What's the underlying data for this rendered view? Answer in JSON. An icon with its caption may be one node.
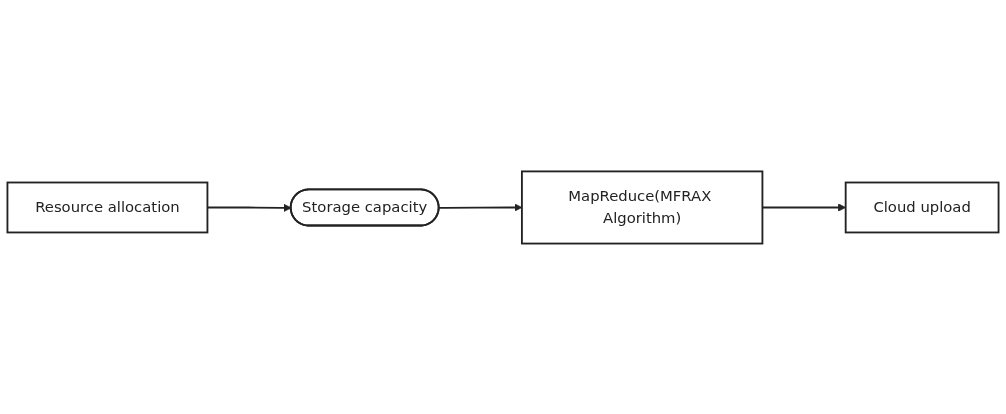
{
  "diagram": {
    "nodes": [
      {
        "text": [
          "Resource allocation"
        ]
      },
      {
        "text": [
          "Storage capacity"
        ]
      },
      {
        "text": [
          "MapReduce(MFRAX Algorithm)"
        ]
      },
      {
        "text": [
          "Cloud upload"
        ]
      }
    ],
    "edges": [
      {
        "from": 0,
        "to": 1,
        "arrow": "to"
      },
      {
        "from": 1,
        "to": 2,
        "arrow": "to"
      },
      {
        "from": 2,
        "to": 3,
        "arrow": "to"
      }
    ]
  }
}
